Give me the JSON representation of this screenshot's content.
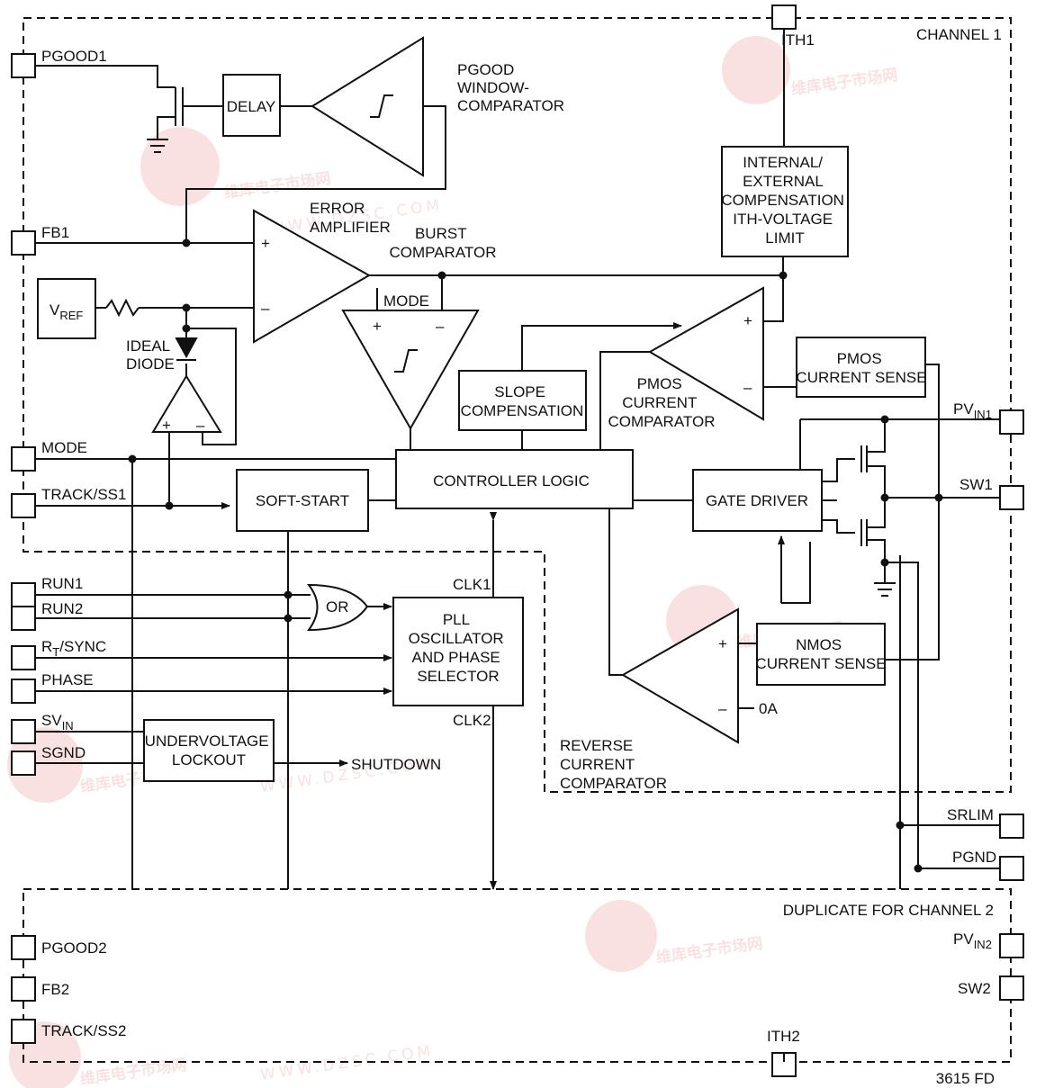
{
  "channel1_label": "CHANNEL 1",
  "channel2_label": "DUPLICATE FOR CHANNEL 2",
  "pins": {
    "pgood1": "PGOOD1",
    "fb1": "FB1",
    "mode": "MODE",
    "track_ss1": "TRACK/SS1",
    "run1": "RUN1",
    "run2": "RUN2",
    "rt_sync_main": "R",
    "rt_sync_sub": "T",
    "rt_sync_tail": "/SYNC",
    "phase": "PHASE",
    "svin_main": "SV",
    "svin_sub": "IN",
    "sgnd": "SGND",
    "ith1": "ITH1",
    "pvin1_main": "PV",
    "pvin1_sub": "IN1",
    "sw1": "SW1",
    "srlim": "SRLIM",
    "pgnd": "PGND",
    "pgood2": "PGOOD2",
    "fb2": "FB2",
    "track_ss2": "TRACK/SS2",
    "pvin2_main": "PV",
    "pvin2_sub": "IN2",
    "sw2": "SW2",
    "ith2": "ITH2"
  },
  "blocks": {
    "delay": "DELAY",
    "pgood_comp": [
      "PGOOD",
      "WINDOW-",
      "COMPARATOR"
    ],
    "error_amp": [
      "ERROR",
      "AMPLIFIER"
    ],
    "burst_comp": [
      "BURST",
      "COMPARATOR"
    ],
    "vref_main": "V",
    "vref_sub": "REF",
    "ideal_diode": [
      "IDEAL",
      "DIODE"
    ],
    "burst_mode_label": "MODE",
    "compensation": [
      "INTERNAL/",
      "EXTERNAL",
      "COMPENSATION",
      "ITH-VOLTAGE",
      "LIMIT"
    ],
    "slope_comp": [
      "SLOPE",
      "COMPENSATION"
    ],
    "pmos_comp": [
      "PMOS",
      "CURRENT",
      "COMPARATOR"
    ],
    "pmos_sense": [
      "PMOS",
      "CURRENT SENSE"
    ],
    "controller_logic": "CONTROLLER LOGIC",
    "soft_start": "SOFT-START",
    "gate_driver": "GATE DRIVER",
    "or_gate": "OR",
    "clk1": "CLK1",
    "clk2": "CLK2",
    "pll": [
      "PLL",
      "OSCILLATOR",
      "AND PHASE",
      "SELECTOR"
    ],
    "nmos_sense": [
      "NMOS",
      "CURRENT SENSE"
    ],
    "zero_amp": "0A",
    "reverse_comp": [
      "REVERSE",
      "CURRENT",
      "COMPARATOR"
    ],
    "uvlo": [
      "UNDERVOLTAGE",
      "LOCKOUT"
    ],
    "shutdown": "SHUTDOWN"
  },
  "footer_code": "3615 FD",
  "watermark": {
    "main": "维库电子市场网",
    "sub": "WWW.DZSC.COM"
  }
}
